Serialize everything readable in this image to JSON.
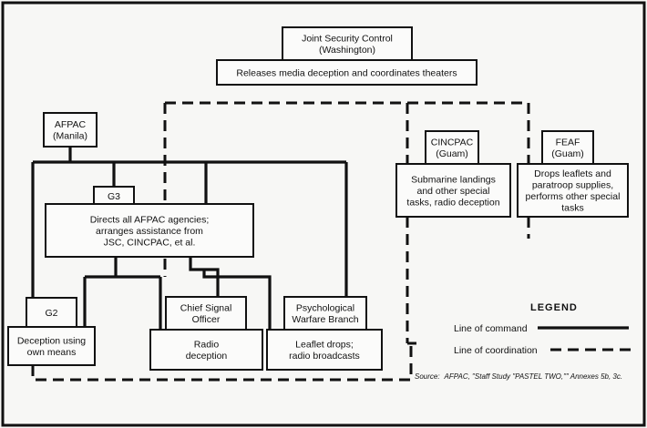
{
  "nodes": {
    "jsc": {
      "lines": [
        "Joint Security Control",
        "(Washington)"
      ]
    },
    "jsc_role": {
      "lines": [
        "Releases media deception and coordinates theaters"
      ]
    },
    "afpac": {
      "lines": [
        "AFPAC",
        "(Manila)"
      ]
    },
    "g3": {
      "lines": [
        "G3"
      ]
    },
    "g3_role": {
      "lines": [
        "Directs all AFPAC agencies;",
        "arranges assistance from",
        "JSC, CINCPAC, et al."
      ]
    },
    "g2": {
      "lines": [
        "G2"
      ]
    },
    "g2_role": {
      "lines": [
        "Deception using",
        "own means"
      ]
    },
    "cso": {
      "lines": [
        "Chief Signal",
        "Officer"
      ]
    },
    "cso_role": {
      "lines": [
        "Radio",
        "deception"
      ]
    },
    "pwb": {
      "lines": [
        "Psychological",
        "Warfare Branch"
      ]
    },
    "pwb_role": {
      "lines": [
        "Leaflet drops;",
        "radio broadcasts"
      ]
    },
    "cincpac": {
      "lines": [
        "CINCPAC",
        "(Guam)"
      ]
    },
    "cincpac_role": {
      "lines": [
        "Submarine landings",
        "and other special",
        "tasks, radio deception"
      ]
    },
    "feaf": {
      "lines": [
        "FEAF",
        "(Guam)"
      ]
    },
    "feaf_role": {
      "lines": [
        "Drops leaflets and",
        "paratroop supplies,",
        "performs other special",
        "tasks"
      ]
    }
  },
  "legend": {
    "title": "LEGEND",
    "command": "Line of command",
    "coordination": "Line of coordination"
  },
  "source": {
    "prefix": "Source:",
    "text": "AFPAC, \"Staff Study \"PASTEL TWO,\"\" Annexes 5b, 3c."
  }
}
